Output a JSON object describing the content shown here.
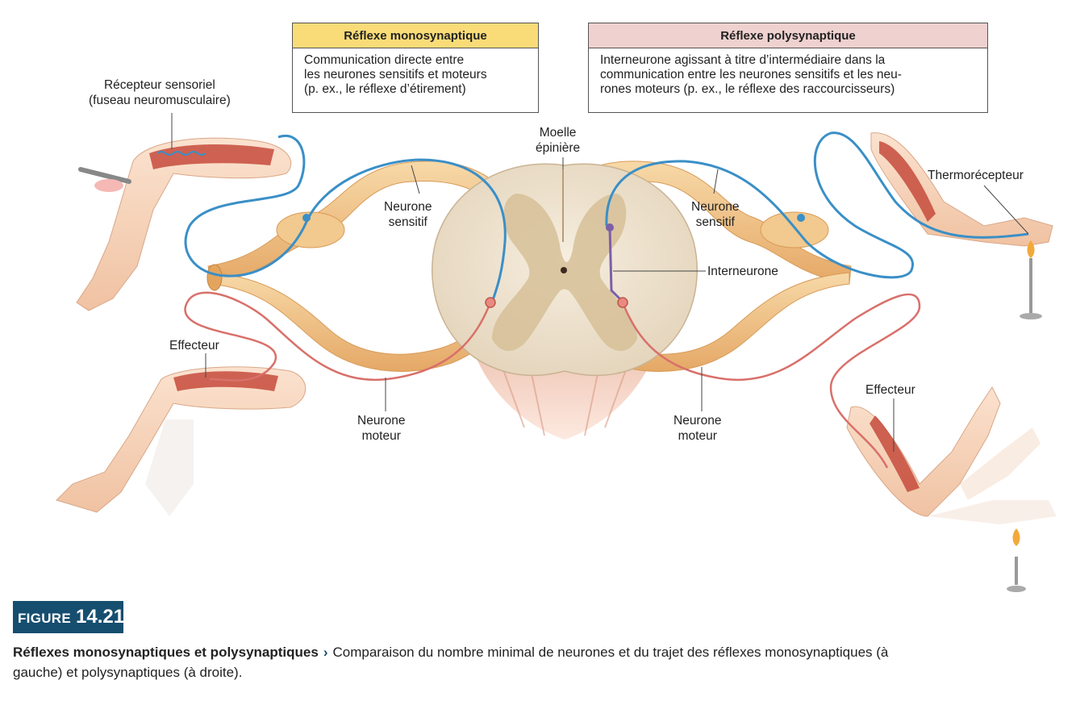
{
  "boxes": {
    "mono": {
      "title": "Réflexe monosynaptique",
      "lines": [
        "Communication directe entre",
        "les neurones sensitifs et moteurs",
        "(p. ex., le réflexe d’étirement)"
      ],
      "header_color": "#f9dc78"
    },
    "poly": {
      "title": "Réflexe polysynaptique",
      "lines": [
        "Interneurone agissant à titre d’intermédiaire dans la",
        "communication entre les neurones sensitifs et les neu-",
        "rones moteurs (p. ex., le réflexe des raccourcisseurs)"
      ],
      "header_color": "#efd1cf"
    }
  },
  "labels": {
    "recepteur": [
      "Récepteur sensoriel",
      "(fuseau neuromusculaire)"
    ],
    "moelle": [
      "Moelle",
      "épinière"
    ],
    "neurone_sensitif_left": [
      "Neurone",
      "sensitif"
    ],
    "neurone_sensitif_right": [
      "Neurone",
      "sensitif"
    ],
    "thermorecepteur": "Thermorécepteur",
    "interneurone": "Interneurone",
    "effecteur_left": "Effecteur",
    "effecteur_right": "Effecteur",
    "neurone_moteur_left": [
      "Neurone",
      "moteur"
    ],
    "neurone_moteur_right": [
      "Neurone",
      "moteur"
    ]
  },
  "figure": {
    "word": "FIGURE",
    "number": "14.21",
    "caption_title": "Réflexes monosynaptiques et polysynaptiques",
    "caption_arrow": "›",
    "caption_text": "Comparaison du nombre minimal de neurones et du trajet des réflexes monosynaptiques (à gauche) et polysynaptiques (à droite)."
  },
  "colors": {
    "sensory": "#3a8fc7",
    "motor": "#d9706a",
    "interneuron": "#7b5fa8",
    "nerve": "#f0c283",
    "badge": "#164e6f"
  }
}
